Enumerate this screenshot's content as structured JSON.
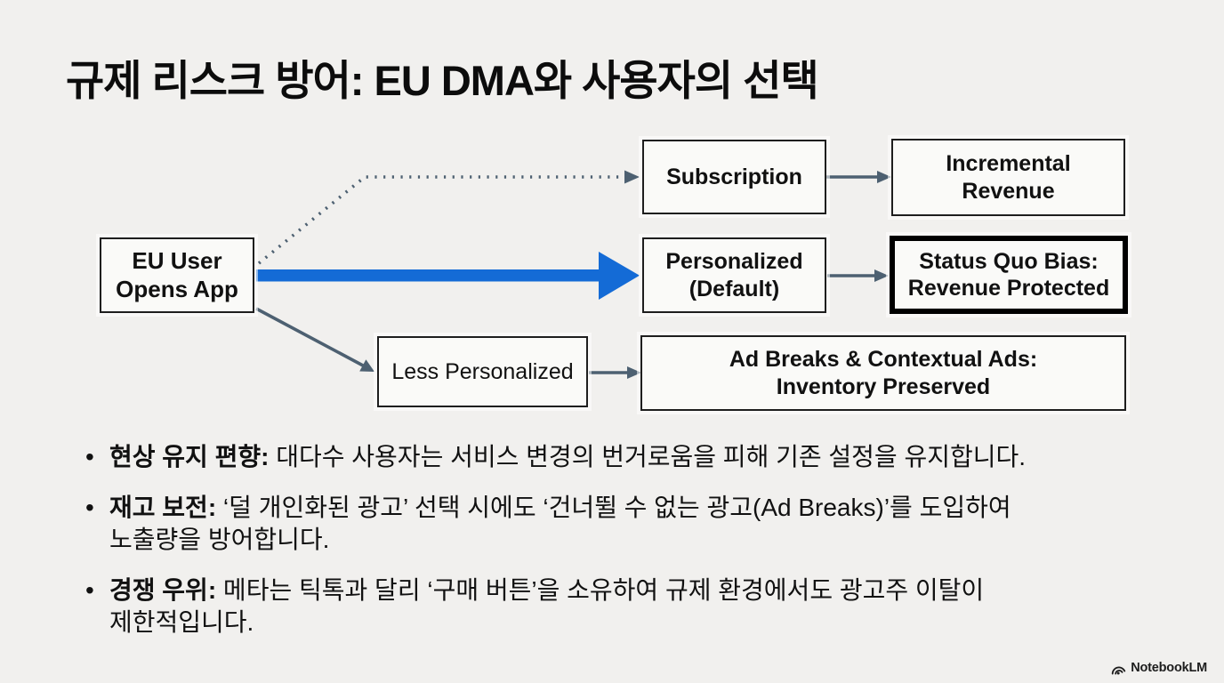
{
  "slide": {
    "title": "규제 리스크 방어: EU DMA와 사용자의 선택"
  },
  "flowchart": {
    "nodes": {
      "eu_user": {
        "label": "EU User\nOpens App"
      },
      "subscription": {
        "label": "Subscription"
      },
      "incremental_revenue": {
        "label": "Incremental\nRevenue"
      },
      "personalized_default": {
        "label": "Personalized\n(Default)"
      },
      "status_quo": {
        "label": "Status Quo Bias:\nRevenue Protected"
      },
      "less_personalized": {
        "label": "Less Personalized"
      },
      "ad_breaks": {
        "label": "Ad Breaks & Contextual Ads:\nInventory Preserved"
      }
    },
    "colors": {
      "highlight_arrow": "#146bd6",
      "connector": "#4d6071",
      "box_border": "#1e1e1e",
      "emphasis_border": "#000000"
    }
  },
  "bullets": {
    "marker": "•",
    "items": [
      {
        "lead": "현상 유지 편향:",
        "text": " 대다수 사용자는 서비스 변경의 번거로움을 피해 기존 설정을 유지합니다."
      },
      {
        "lead": "재고 보전:",
        "text": " ‘덜 개인화된 광고’ 선택 시에도 ‘건너뛸 수 없는 광고(Ad Breaks)’를 도입하여\n노출량을 방어합니다."
      },
      {
        "lead": "경쟁 우위:",
        "text": " 메타는 틱톡과 달리 ‘구매 버튼’을 소유하여 규제 환경에서도 광고주 이탈이\n제한적입니다."
      }
    ]
  },
  "footer": {
    "brand": "NotebookLM"
  }
}
